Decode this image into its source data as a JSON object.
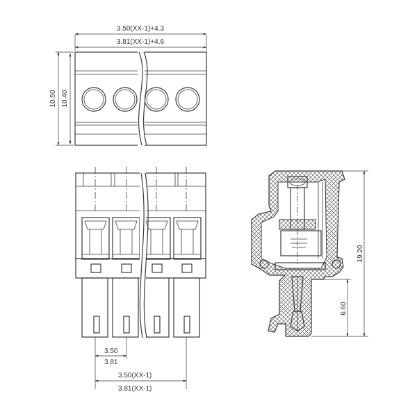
{
  "dimensions": {
    "top_width_a": "3.50(XX-1)+4.3",
    "top_width_b": "3.81(XX-1)+4.6",
    "top_height_a": "10.50",
    "top_height_b": "10.40",
    "pitch_a": "3.50",
    "pitch_b": "3.81",
    "span_a": "3.50(XX-1)",
    "span_b": "3.81(XX-1)",
    "side_height": "19.20",
    "pin_length": "6.60"
  }
}
